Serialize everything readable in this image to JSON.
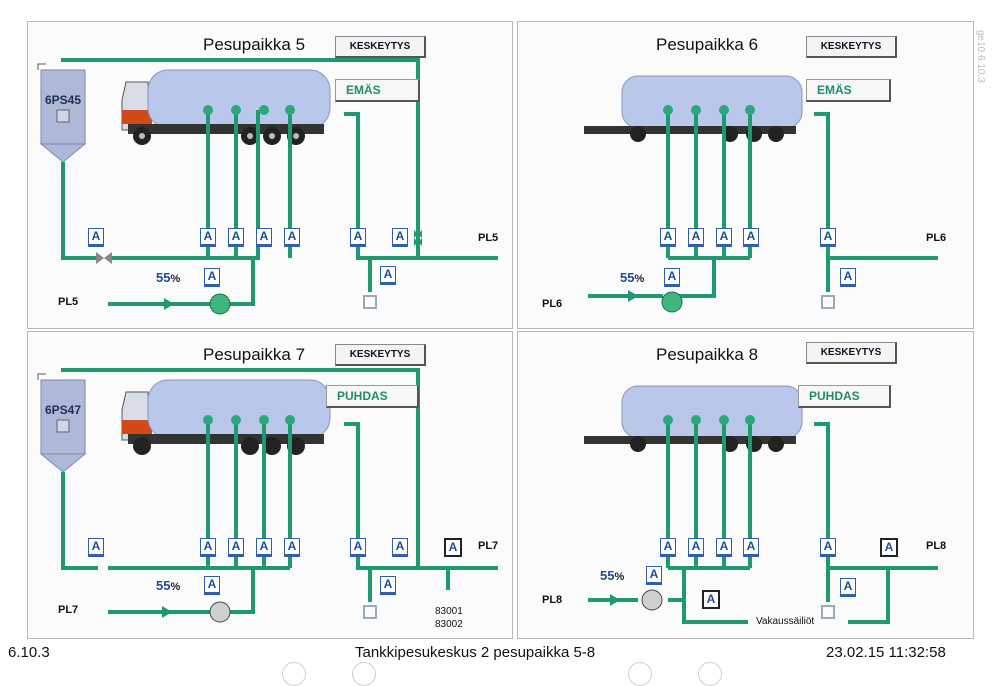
{
  "panels": [
    {
      "title": "Pesupaikka 5",
      "button": "KESKEYTYS",
      "mode": "EMÄS",
      "silo": "6PS45",
      "pct": "55",
      "pct_unit": "%",
      "pl_out": "PL5",
      "pl_right": "PL5"
    },
    {
      "title": "Pesupaikka 6",
      "button": "KESKEYTYS",
      "mode": "EMÄS",
      "pct": "55",
      "pct_unit": "%",
      "pl_out": "PL6",
      "pl_right": "PL6"
    },
    {
      "title": "Pesupaikka 7",
      "button": "KESKEYTYS",
      "mode": "PUHDAS",
      "silo": "6PS47",
      "pct": "55",
      "pct_unit": "%",
      "pl_out": "PL7",
      "pl_right": "PL7",
      "codes": [
        "83001",
        "83002"
      ]
    },
    {
      "title": "Pesupaikka 8",
      "button": "KESKEYTYS",
      "mode": "PUHDAS",
      "pct": "55",
      "pct_unit": "%",
      "pl_out": "PL8",
      "pl_right": "PL8",
      "vakaus": "Vakaussäiliöt"
    }
  ],
  "valve_label": "A",
  "footer": {
    "left": "6.10.3",
    "center": "Tankkipesukeskus 2  pesupaikka 5-8",
    "right": "23.02.15 11:32:58"
  },
  "side_note": "ge10.6.10.3",
  "colors": {
    "pipe": "#1f9a6e",
    "valve_text": "#1c4b9e",
    "mode_text": "#1e8f6a"
  }
}
